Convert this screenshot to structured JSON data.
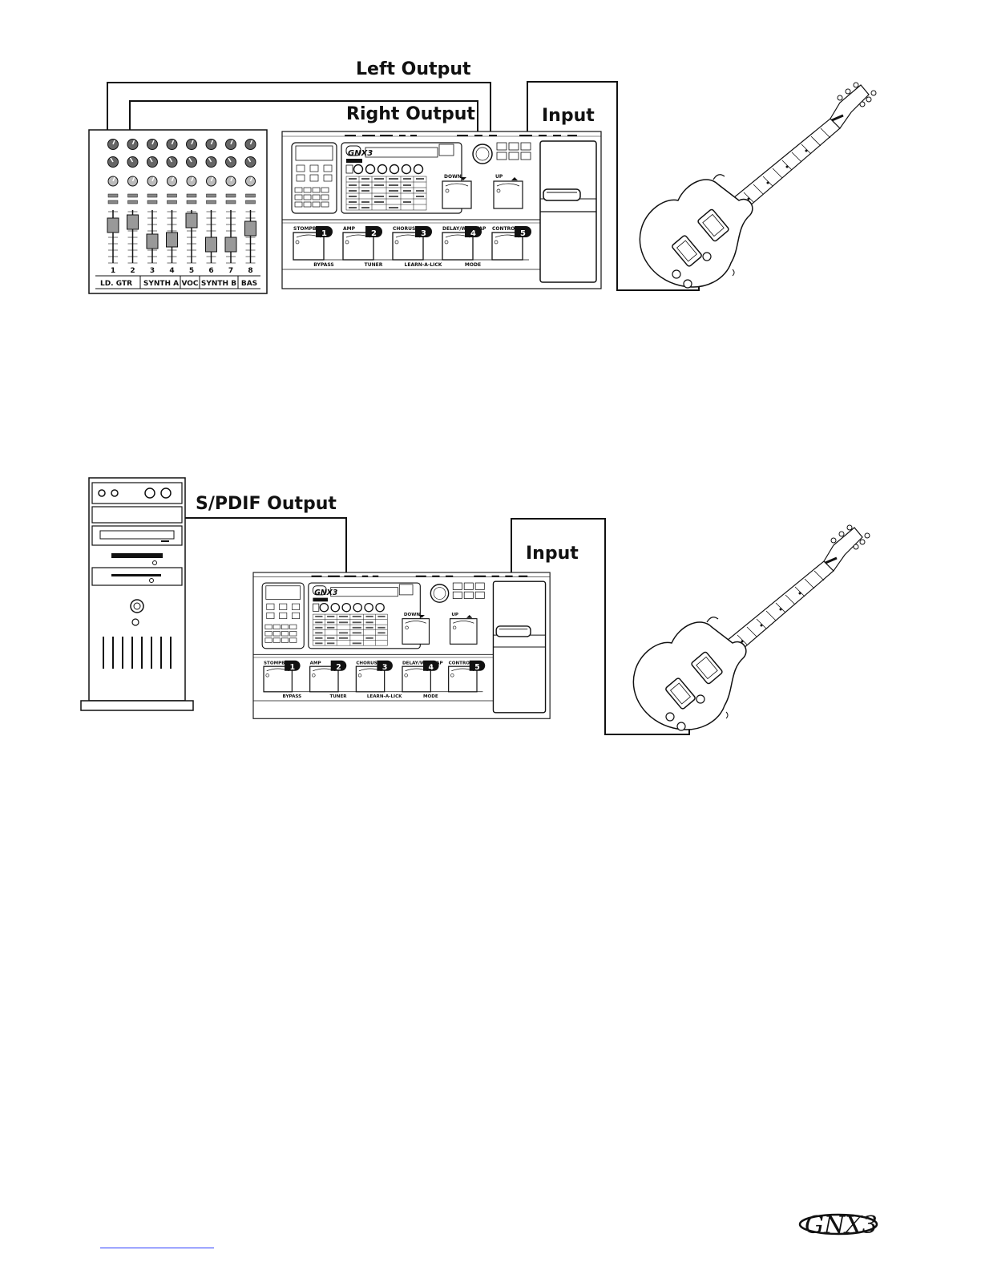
{
  "diagram1": {
    "labels": {
      "left_output": "Left Output",
      "right_output": "Right Output",
      "input": "Input"
    },
    "mixer": {
      "channel_numbers": [
        "1",
        "2",
        "3",
        "4",
        "5",
        "6",
        "7",
        "8"
      ],
      "scribble_strip": [
        "LD. GTR",
        "SYNTH A",
        "VOC",
        "SYNTH B",
        "BAS"
      ]
    }
  },
  "diagram2": {
    "labels": {
      "spdif_output": "S/PDIF Output",
      "input": "Input"
    }
  },
  "unit": {
    "logo": "GNX3",
    "up_label": "UP",
    "down_label": "DOWN",
    "footswitches": [
      {
        "label": "STOMPBOX",
        "number": "1"
      },
      {
        "label": "AMP",
        "number": "2"
      },
      {
        "label": "CHORUS/MOD",
        "number": "3"
      },
      {
        "label": "DELAY/WAH/TAP",
        "number": "4"
      },
      {
        "label": "CONTROL",
        "number": "5"
      }
    ],
    "modes": [
      "BYPASS",
      "TUNER",
      "LEARN-A-LICK",
      "MODE"
    ]
  },
  "footer": {
    "logo": "GNX3"
  }
}
